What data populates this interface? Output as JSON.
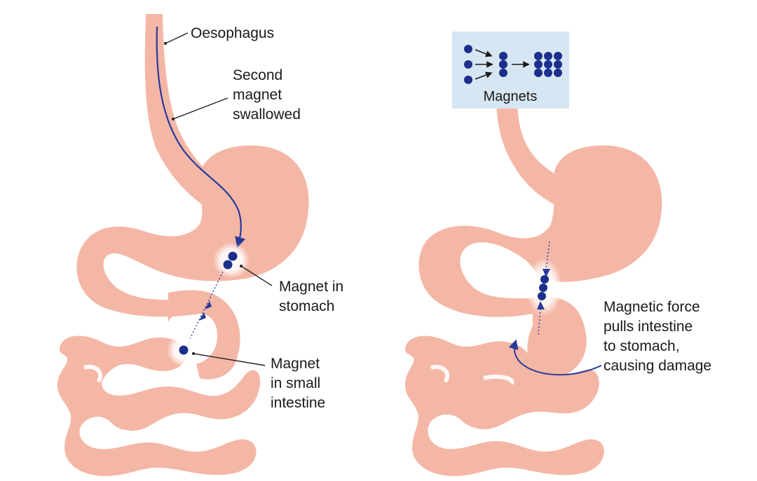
{
  "labels": {
    "oesophagus": "Oesophagus",
    "second_magnet": [
      "Second",
      "magnet",
      "swallowed"
    ],
    "magnet_stomach": [
      "Magnet in",
      "stomach"
    ],
    "magnet_intestine": [
      "Magnet",
      "in small",
      "intestine"
    ],
    "magnetic_force": [
      "Magnetic force",
      "pulls intestine",
      "to stomach,",
      "causing damage"
    ],
    "inset_title": "Magnets"
  },
  "colors": {
    "tissue": "#f4b7a6",
    "magnet": "#1c2f8c",
    "path": "#2a3a9a",
    "inset_bg": "#d6e6f2",
    "leader": "#222222"
  }
}
